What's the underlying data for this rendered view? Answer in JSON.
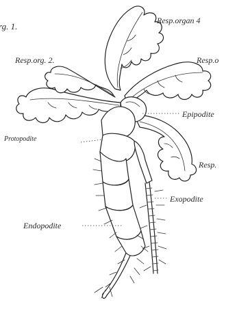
{
  "labels": {
    "resp_org_1": "rg. 1.",
    "resp_organ_4": "Resp.organ 4",
    "resp_org_3": "Resp.o",
    "resp_org_2": "Resp.org. 2.",
    "epipodite": "Epipodite",
    "protopodite": "Protopodite",
    "resp_org_5": "Resp.",
    "exopodite": "Exopodite",
    "endopodite": "Endopodite"
  },
  "colors": {
    "ink": "#222222",
    "paper": "#ffffff"
  }
}
